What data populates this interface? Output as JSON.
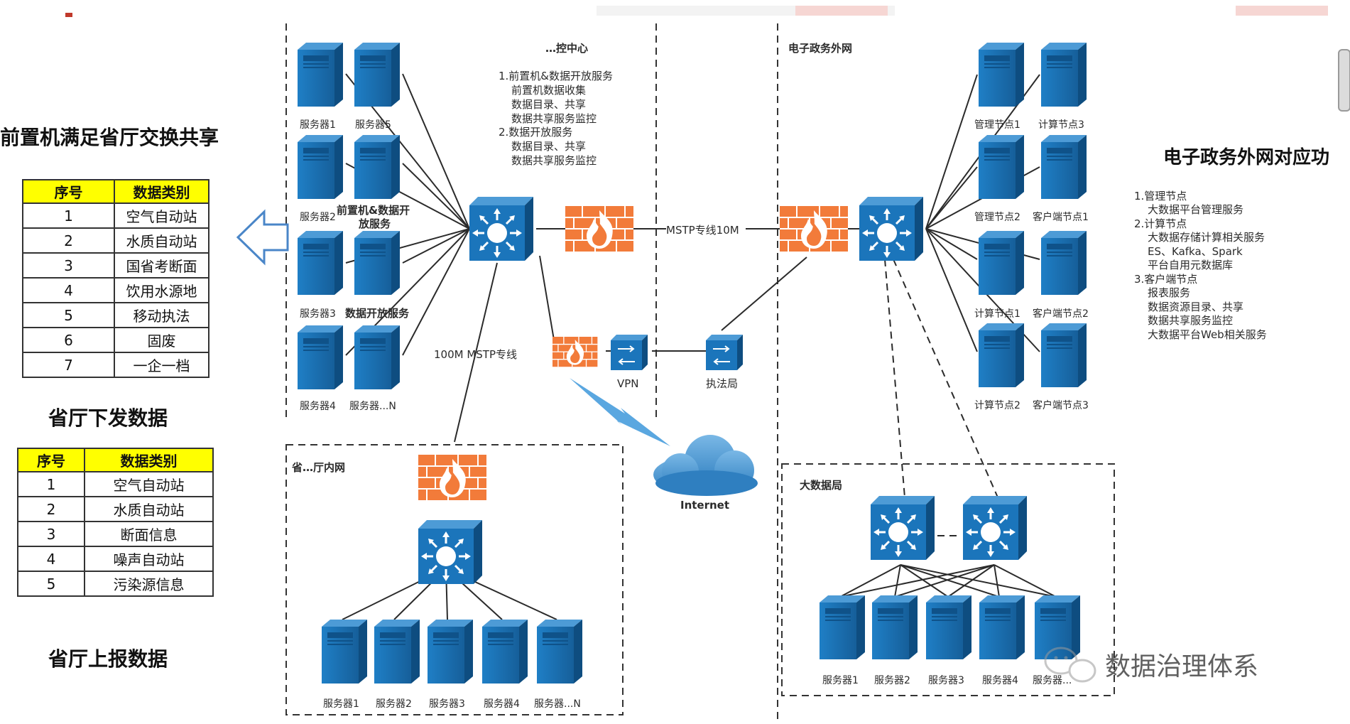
{
  "left_panel": {
    "heading_top": "前置机满足省厅交换共享",
    "table1": {
      "headers": [
        "序号",
        "数据类别"
      ],
      "rows": [
        [
          "1",
          "空气自动站"
        ],
        [
          "2",
          "水质自动站"
        ],
        [
          "3",
          "国省考断面"
        ],
        [
          "4",
          "饮用水源地"
        ],
        [
          "5",
          "移动执法"
        ],
        [
          "6",
          "固废"
        ],
        [
          "7",
          "一企一档"
        ]
      ]
    },
    "heading_mid": "省厅下发数据",
    "table2": {
      "headers": [
        "序号",
        "数据类别"
      ],
      "rows": [
        [
          "1",
          "空气自动站"
        ],
        [
          "2",
          "水质自动站"
        ],
        [
          "3",
          "断面信息"
        ],
        [
          "4",
          "噪声自动站"
        ],
        [
          "5",
          "污染源信息"
        ]
      ]
    },
    "heading_bottom": "省厅上报数据"
  },
  "center_zone": {
    "title": "…控中心",
    "services": [
      "1.前置机&数据开放服务",
      "前置机数据收集",
      "数据目录、共享",
      "数据共享服务监控",
      "2.数据开放服务",
      "数据目录、共享",
      "数据共享服务监控"
    ],
    "label_frontend": [
      "前置机&数据开",
      "放服务"
    ],
    "label_open": "数据开放服务",
    "servers": [
      "服务器1",
      "服务器5",
      "服务器2",
      "服务器3",
      "服务器4",
      "服务器...N"
    ],
    "line_label": "100M MSTP专线",
    "vpn_label": "VPN",
    "enforcement_label": "执法局"
  },
  "mstp_label": "MSTP专线10M",
  "internet_label": "Internet",
  "province_zone": {
    "title": "省…厅内网",
    "servers": [
      "服务器1",
      "服务器2",
      "服务器3",
      "服务器4",
      "服务器...N"
    ]
  },
  "egov_zone": {
    "title": "电子政务外网",
    "nodes": [
      "管理节点1",
      "计算节点3",
      "管理节点2",
      "客户端节点1",
      "计算节点1",
      "客户端节点2",
      "计算节点2",
      "客户端节点3"
    ]
  },
  "bigdata_zone": {
    "title": "大数据局",
    "servers": [
      "服务器1",
      "服务器2",
      "服务器3",
      "服务器4",
      "服务器..."
    ]
  },
  "right_panel": {
    "heading": "电子政务外网对应功",
    "lines": [
      "1.管理节点",
      "大数据平台管理服务",
      "2.计算节点",
      "大数据存储计算相关服务",
      "ES、Kafka、Spark",
      "平台自用元数据库",
      "3.客户端节点",
      "报表服务",
      "数据资源目录、共享",
      "数据共享服务监控",
      "大数据平台Web相关服务"
    ]
  },
  "watermark": "数据治理体系",
  "colors": {
    "device_blue": "#1b75bb",
    "device_dark": "#0e4d80",
    "firewall": "#f27b3a",
    "header_yellow": "#ffff00",
    "cloud": "#3a8fcf"
  }
}
